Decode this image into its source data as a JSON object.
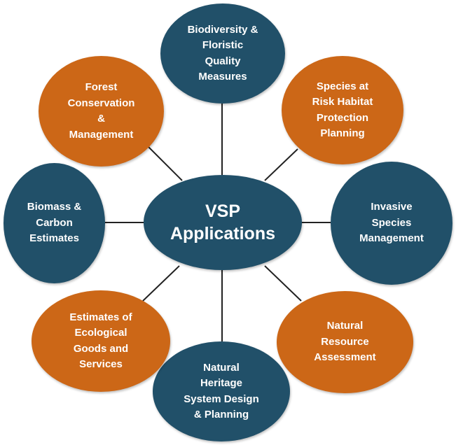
{
  "colors": {
    "blue": "#215069",
    "orange": "#cc6717",
    "connector": "#222222"
  },
  "center": {
    "label": "VSP\nApplications"
  },
  "nodes": [
    {
      "id": "biodiversity",
      "label": "Biodiversity &\nFloristic\nQuality\nMeasures",
      "color": "blue"
    },
    {
      "id": "species-at-risk",
      "label": "Species at\nRisk Habitat\nProtection\nPlanning",
      "color": "orange"
    },
    {
      "id": "invasive-species",
      "label": "Invasive\nSpecies\nManagement",
      "color": "blue"
    },
    {
      "id": "natural-resource",
      "label": "Natural\nResource\nAssessment",
      "color": "orange"
    },
    {
      "id": "natural-heritage",
      "label": "Natural\nHeritage\nSystem Design\n& Planning",
      "color": "blue"
    },
    {
      "id": "ecological-goods",
      "label": "Estimates of\nEcological\nGoods and\nServices",
      "color": "orange"
    },
    {
      "id": "biomass-carbon",
      "label": "Biomass &\nCarbon\nEstimates",
      "color": "blue"
    },
    {
      "id": "forest-conservation",
      "label": "Forest\nConservation\n&\nManagement",
      "color": "orange"
    }
  ]
}
